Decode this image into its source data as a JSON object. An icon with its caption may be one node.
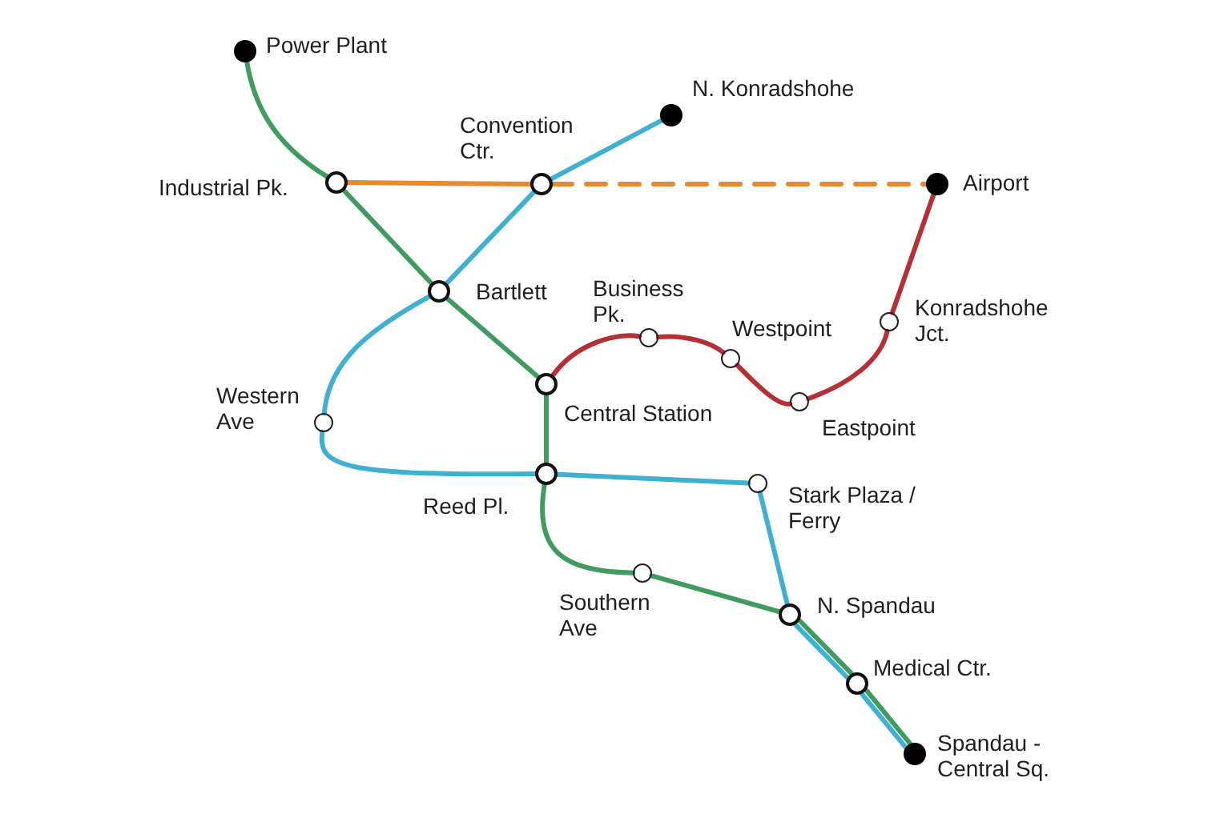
{
  "diagram": {
    "nodes": [
      {
        "text": [
          "Power Plant"
        ]
      },
      {
        "text": [
          "N. Konradshohe"
        ]
      },
      {
        "text": [
          "Convention Ctr."
        ]
      },
      {
        "text": [
          "Industrial Pk."
        ]
      },
      {
        "text": [
          "Airport"
        ]
      },
      {
        "text": [
          "Bartlett"
        ]
      },
      {
        "text": [
          "Business Pk."
        ]
      },
      {
        "text": [
          "Westpoint"
        ]
      },
      {
        "text": [
          "Konradshohe Jct."
        ]
      },
      {
        "text": [
          "Central Station"
        ]
      },
      {
        "text": [
          "Western Ave"
        ]
      },
      {
        "text": [
          "Eastpoint"
        ]
      },
      {
        "text": [
          "Reed Pl."
        ]
      },
      {
        "text": [
          "Stark Plaza / Ferry"
        ]
      },
      {
        "text": [
          "Southern Ave"
        ]
      },
      {
        "text": [
          "N. Spandau"
        ]
      },
      {
        "text": [
          "Medical Ctr."
        ]
      },
      {
        "text": [
          "Spandau - Central Sq."
        ]
      }
    ],
    "edges": [
      {
        "from": 0,
        "to": 3,
        "arrow": "none",
        "color": "#3f9b5f"
      },
      {
        "from": 3,
        "to": 5,
        "arrow": "none",
        "color": "#3f9b5f"
      },
      {
        "from": 5,
        "to": 9,
        "arrow": "none",
        "color": "#3f9b5f"
      },
      {
        "from": 9,
        "to": 12,
        "arrow": "none",
        "color": "#3f9b5f"
      },
      {
        "from": 12,
        "to": 14,
        "arrow": "none",
        "color": "#3f9b5f"
      },
      {
        "from": 14,
        "to": 15,
        "arrow": "none",
        "color": "#3f9b5f"
      },
      {
        "from": 15,
        "to": 16,
        "arrow": "none",
        "color": "#3f9b5f"
      },
      {
        "from": 16,
        "to": 17,
        "arrow": "none",
        "color": "#3f9b5f"
      },
      {
        "from": 3,
        "to": 2,
        "arrow": "none",
        "color": "#e58a2e"
      },
      {
        "from": 2,
        "to": 4,
        "arrow": "none",
        "style": "dashed",
        "color": "#e58a2e"
      },
      {
        "from": 1,
        "to": 2,
        "arrow": "none",
        "color": "#3fb0d2"
      },
      {
        "from": 2,
        "to": 5,
        "arrow": "none",
        "color": "#3fb0d2"
      },
      {
        "from": 5,
        "to": 10,
        "arrow": "none",
        "color": "#3fb0d2"
      },
      {
        "from": 10,
        "to": 12,
        "arrow": "none",
        "color": "#3fb0d2"
      },
      {
        "from": 12,
        "to": 13,
        "arrow": "none",
        "color": "#3fb0d2"
      },
      {
        "from": 13,
        "to": 15,
        "arrow": "none",
        "color": "#3fb0d2"
      },
      {
        "from": 15,
        "to": 16,
        "arrow": "none",
        "color": "#3fb0d2"
      },
      {
        "from": 16,
        "to": 17,
        "arrow": "none",
        "color": "#3fb0d2"
      },
      {
        "from": 9,
        "to": 6,
        "arrow": "none",
        "color": "#b52f35"
      },
      {
        "from": 6,
        "to": 7,
        "arrow": "none",
        "color": "#b52f35"
      },
      {
        "from": 7,
        "to": 11,
        "arrow": "none",
        "color": "#b52f35"
      },
      {
        "from": 11,
        "to": 8,
        "arrow": "none",
        "color": "#b52f35"
      },
      {
        "from": 8,
        "to": 4,
        "arrow": "none",
        "color": "#b52f35"
      }
    ]
  }
}
